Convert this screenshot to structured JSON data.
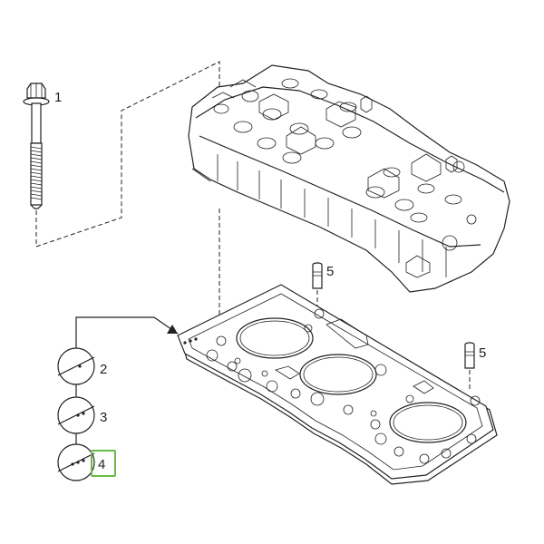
{
  "callouts": {
    "bolt": "1",
    "gasket_a": "2",
    "gasket_b": "3",
    "gasket_c": "4",
    "dowel_upper": "5",
    "dowel_lower": "5"
  },
  "highlight": {
    "target": "4",
    "color": "#66bb44"
  }
}
